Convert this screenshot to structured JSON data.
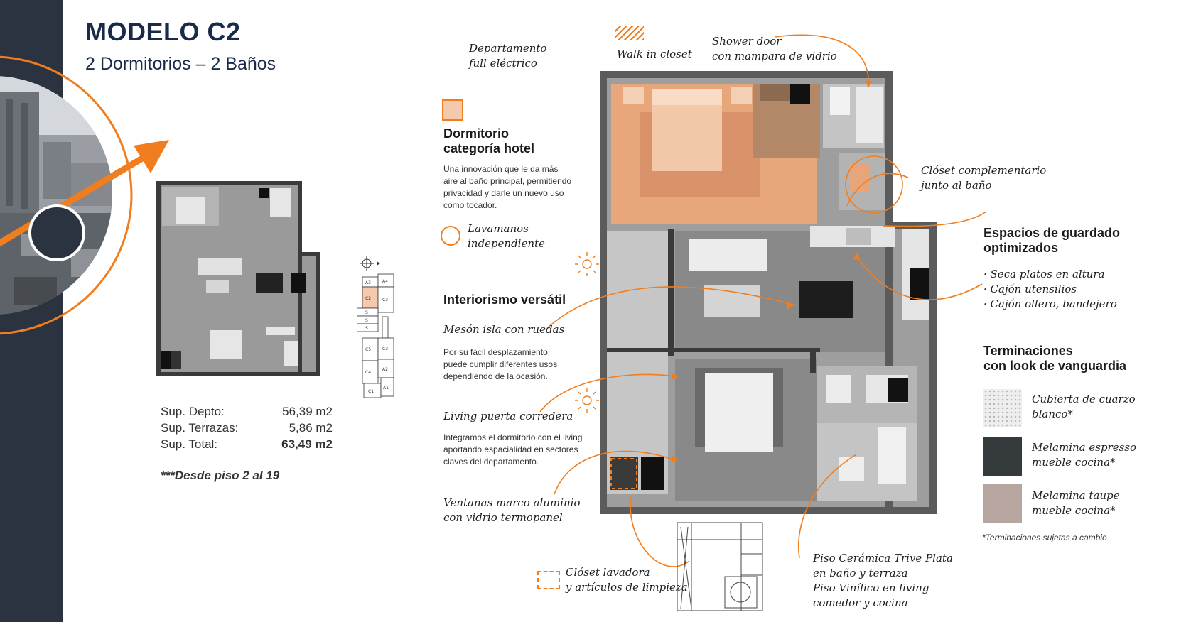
{
  "header": {
    "title": "MODELO C2",
    "subtitle": "2 Dormitorios – 2 Baños"
  },
  "areas": {
    "rows": [
      {
        "label": "Sup. Depto:",
        "value": "56,39 m2"
      },
      {
        "label": "Sup. Terrazas:",
        "value": "5,86 m2"
      },
      {
        "label": "Sup. Total:",
        "value": "63,49 m2"
      }
    ],
    "floors_note": "***Desde piso 2 al 19"
  },
  "keyplan": {
    "units": [
      "A3",
      "A4",
      "C2",
      "C3",
      "S",
      "S",
      "S",
      "C5",
      "C3",
      "C4",
      "A2",
      "C1",
      "A1"
    ]
  },
  "features": {
    "full_electric": [
      "Departamento",
      "full eléctrico"
    ],
    "walk_in_closet": "Walk in closet",
    "shower_door": [
      "Shower door",
      "con mampara de vidrio"
    ],
    "hotel_title": [
      "Dormitorio",
      "categoría hotel"
    ],
    "hotel_desc": [
      "Una innovación que le da más",
      "aire al baño principal, permitiendo",
      "privacidad y darle un nuevo uso",
      "como tocador."
    ],
    "lavamanos": [
      "Lavamanos",
      "independiente"
    ],
    "closet_extra": [
      "Clóset complementario",
      "junto al baño"
    ],
    "interiorismo_title": "Interiorismo versátil",
    "meson": "Mesón isla con ruedas",
    "meson_desc": [
      "Por su fácil desplazamiento,",
      "puede cumplir diferentes usos",
      "dependiendo de la ocasión."
    ],
    "living_puerta": "Living puerta corredera",
    "living_desc": [
      "Integramos el dormitorio con el living",
      "aportando espacialidad en sectores",
      "claves del departamento."
    ],
    "ventanas": [
      "Ventanas marco aluminio",
      "con vidrio termopanel"
    ],
    "closet_lavadora": [
      "Clóset lavadora",
      "y artículos de limpieza"
    ],
    "piso": [
      "Piso Cerámica Trive Plata",
      "en baño y terraza",
      "Piso Vinílico en living",
      "comedor y cocina"
    ],
    "guardado_title": [
      "Espacios de guardado",
      "optimizados"
    ],
    "guardado_items": [
      "· Seca platos en altura",
      "· Cajón utensilios",
      "· Cajón ollero, bandejero"
    ],
    "terminaciones_title": [
      "Terminaciones",
      "con look de vanguardia"
    ],
    "finishes": [
      {
        "lines": [
          "Cubierta de cuarzo",
          "blanco*"
        ],
        "color": "#eeeeee"
      },
      {
        "lines": [
          "Melamina espresso",
          "mueble cocina*"
        ],
        "color": "#353a3d"
      },
      {
        "lines": [
          "Melamina taupe",
          "mueble cocina*"
        ],
        "color": "#b7a69f"
      }
    ],
    "finishes_note": "*Terminaciones sujetas a cambio"
  },
  "colors": {
    "accent": "#f07d1e",
    "navy": "#1a2b4a",
    "sidebar": "#2c3340",
    "bedroom_highlight": "#e8a77a"
  }
}
